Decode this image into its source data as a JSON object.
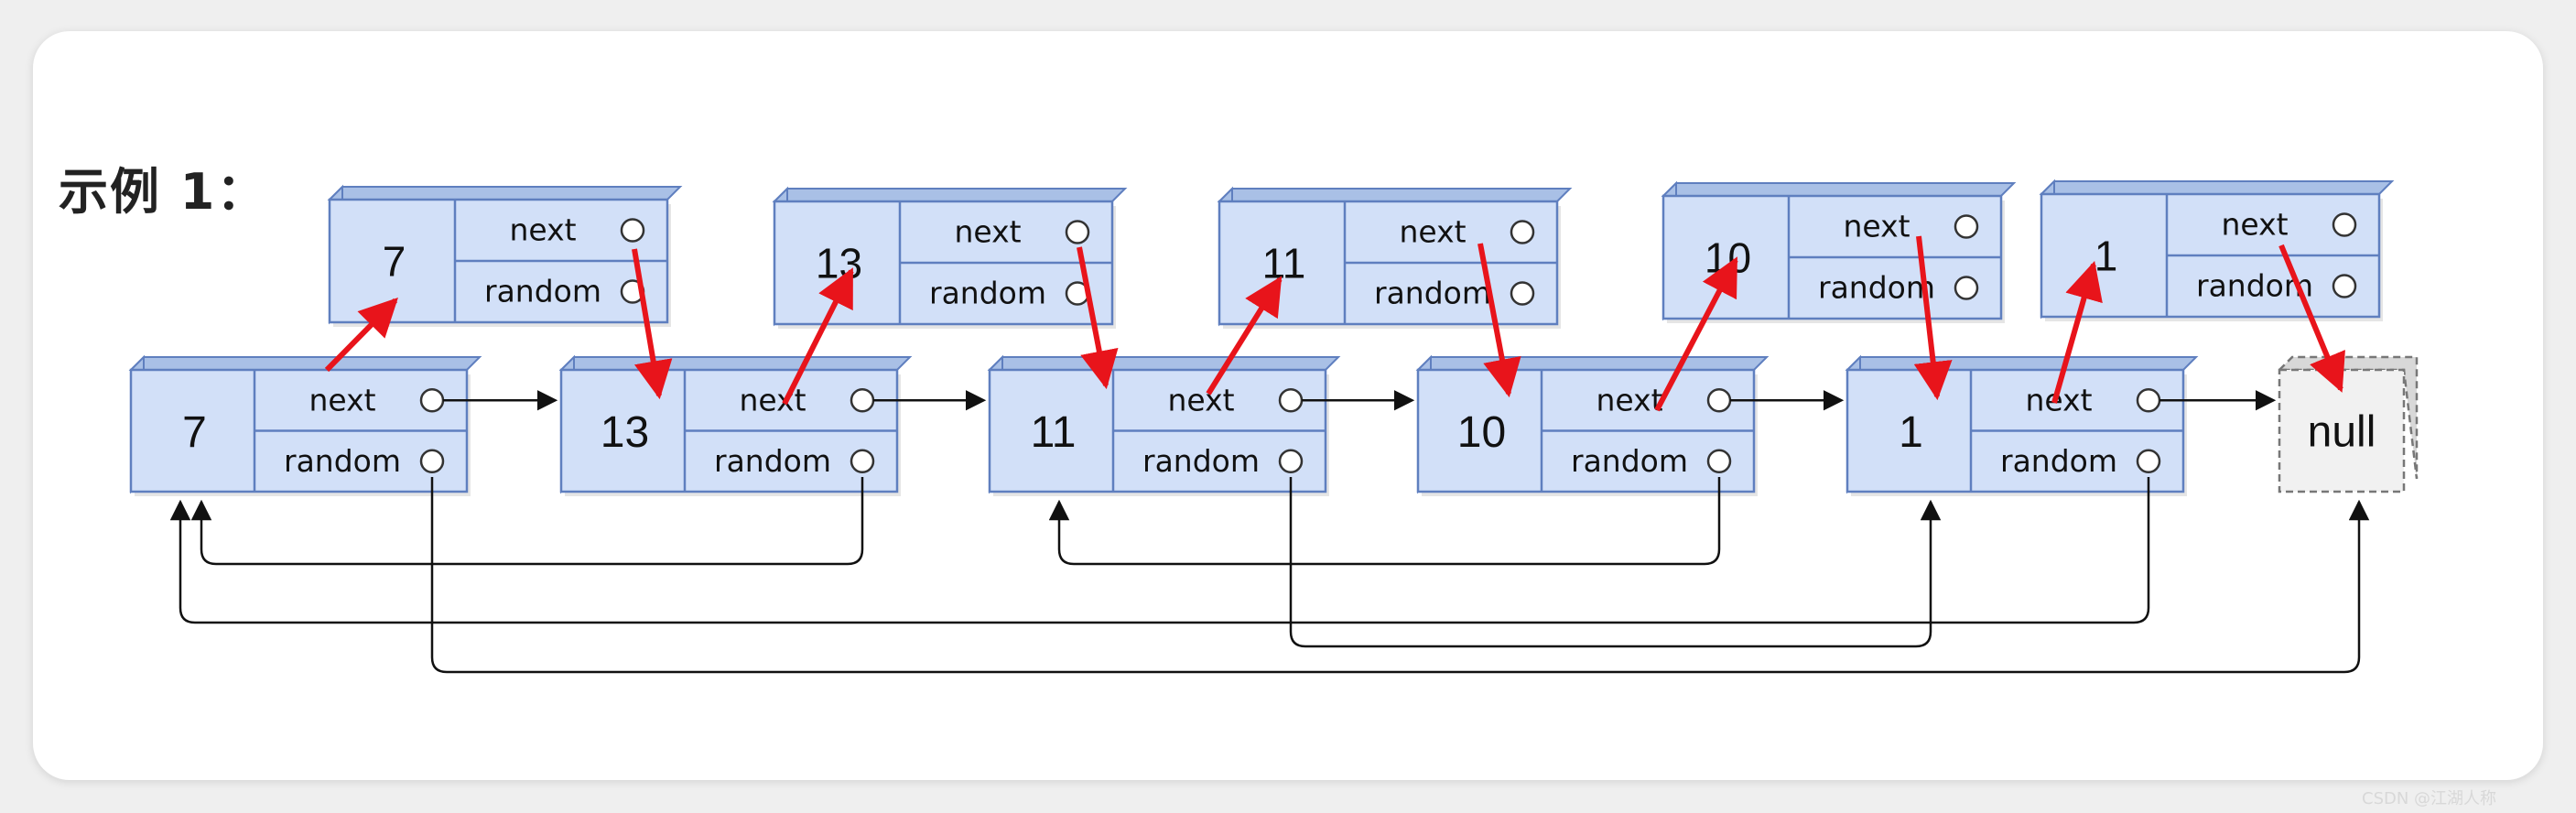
{
  "title": "示例 1：",
  "field_labels": {
    "next": "next",
    "random": "random"
  },
  "null_label": "null",
  "watermark": "CSDN @江湖人称",
  "colors": {
    "node_fill": "#d2e0f8",
    "node_side": "#a9c0e6",
    "node_stroke": "#5f7fbf",
    "arrow": "#111111",
    "highlight_arrow": "#e8141b",
    "null_fill": "#f1f1f1",
    "null_stroke": "#777777"
  },
  "list": {
    "nodes": [
      {
        "id": "n7",
        "value": "7"
      },
      {
        "id": "n13",
        "value": "13"
      },
      {
        "id": "n11",
        "value": "11"
      },
      {
        "id": "n10",
        "value": "10"
      },
      {
        "id": "n1",
        "value": "1"
      }
    ],
    "next": [
      "n13",
      "n11",
      "n10",
      "n1",
      "null"
    ],
    "random": [
      "null",
      "n7",
      "n1",
      "n11",
      "n7"
    ]
  },
  "copies": [
    {
      "value": "7"
    },
    {
      "value": "13"
    },
    {
      "value": "11"
    },
    {
      "value": "10"
    },
    {
      "value": "1"
    }
  ]
}
